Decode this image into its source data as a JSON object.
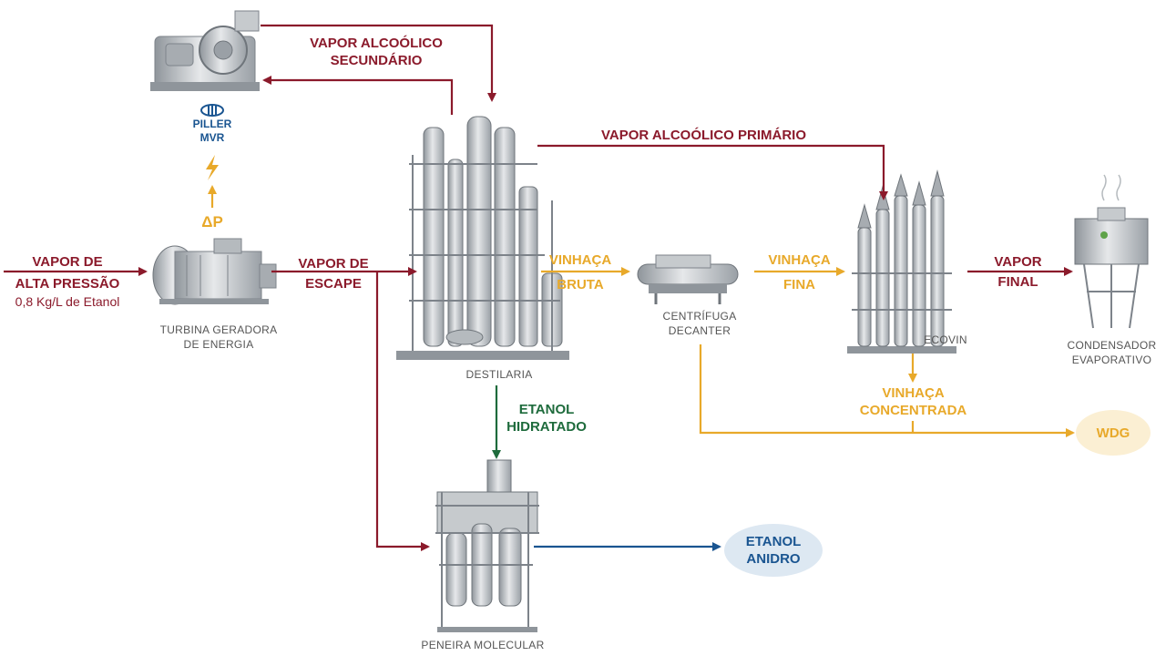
{
  "colors": {
    "vapor": "#8b1a2b",
    "vinhaca": "#e8a92a",
    "hidratado": "#1e6b3c",
    "anidro": "#1a5591",
    "equipment": "#b9bdc2"
  },
  "equipment": {
    "mvr": {
      "brand": "PILLER",
      "model": "MVR"
    },
    "turbina": {
      "caption_line1": "TURBINA GERADORA",
      "caption_line2": "DE ENERGIA"
    },
    "destilaria": {
      "caption": "DESTILARIA"
    },
    "centrifuga": {
      "caption_line1": "CENTRÍFUGA",
      "caption_line2": "DECANTER"
    },
    "ecovin": {
      "caption": "ECOVIN"
    },
    "condensador": {
      "caption_line1": "CONDENSADOR",
      "caption_line2": "EVAPORATIVO"
    },
    "peneira": {
      "caption": "PENEIRA MOLECULAR"
    }
  },
  "flows": {
    "vapor_alta_pressao": {
      "line1": "VAPOR DE",
      "line2": "ALTA PRESSÃO",
      "line3": "0,8 Kg/L de Etanol"
    },
    "delta_p": "ΔP",
    "vapor_escape": {
      "line1": "VAPOR DE",
      "line2": "ESCAPE"
    },
    "vapor_secundario": {
      "line1": "VAPOR ALCOÓLICO",
      "line2": "SECUNDÁRIO"
    },
    "vapor_primario": "VAPOR ALCOÓLICO PRIMÁRIO",
    "vinhaca_bruta": {
      "line1": "VINHAÇA",
      "line2": "BRUTA"
    },
    "vinhaca_fina": {
      "line1": "VINHAÇA",
      "line2": "FINA"
    },
    "vapor_final": {
      "line1": "VAPOR",
      "line2": "FINAL"
    },
    "vinhaca_concentrada": {
      "line1": "VINHAÇA",
      "line2": "CONCENTRADA"
    },
    "etanol_hidratado": {
      "line1": "ETANOL",
      "line2": "HIDRATADO"
    }
  },
  "outputs": {
    "wdg": "WDG",
    "etanol_anidro": {
      "line1": "ETANOL",
      "line2": "ANIDRO"
    }
  }
}
